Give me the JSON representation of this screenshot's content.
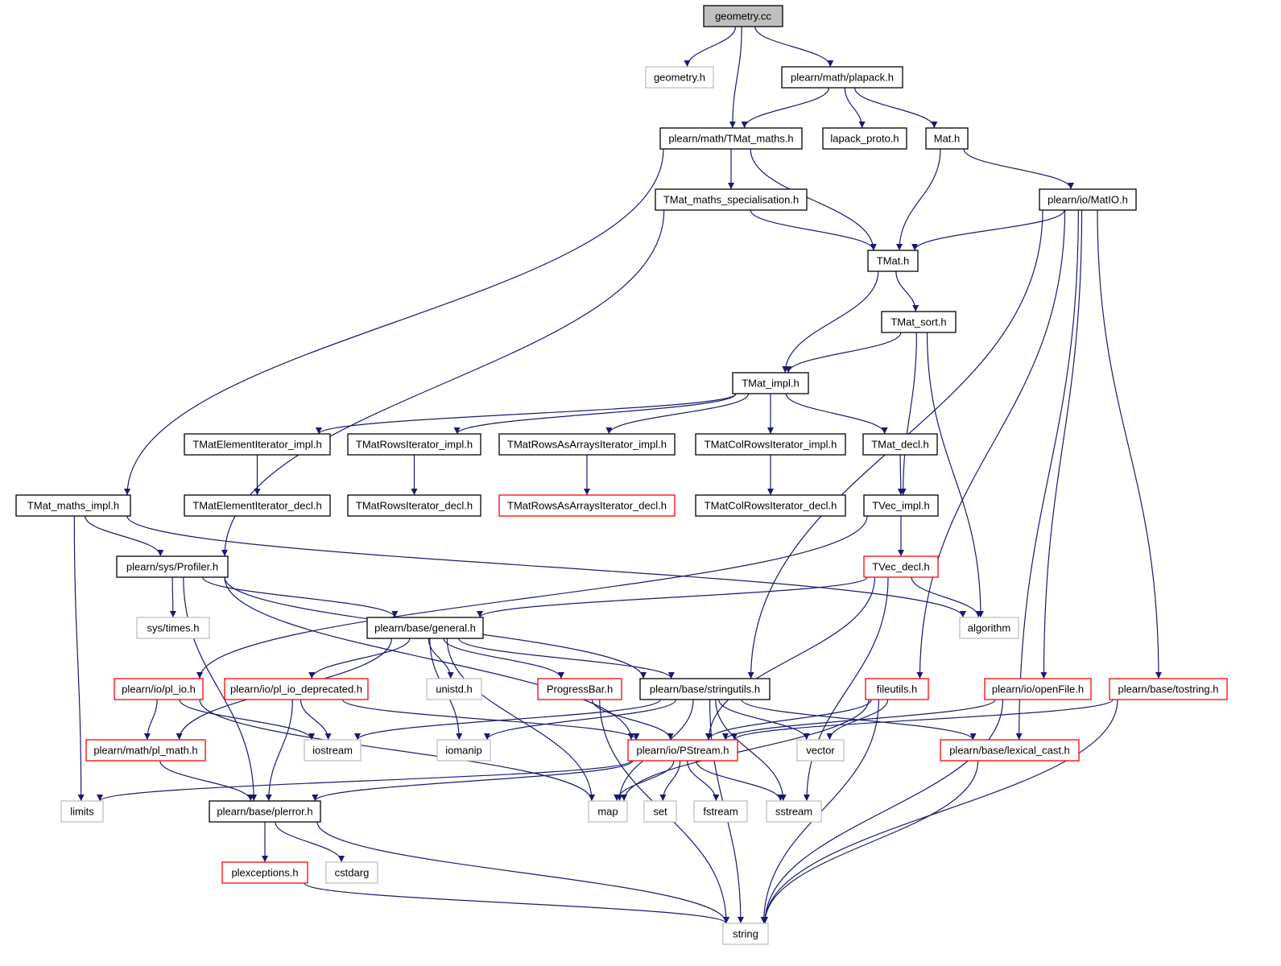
{
  "diagram": {
    "title": "",
    "colors": {
      "edge": "#191970",
      "border_documented": "#000000",
      "border_incomplete": "#ff0000",
      "border_external": "#bfbfbf",
      "root_fill": "#bfbfbf"
    },
    "nodes": [
      {
        "id": "geometry_cc",
        "label": "geometry.cc",
        "style": "root"
      },
      {
        "id": "geometry_h",
        "label": "geometry.h",
        "style": "gray"
      },
      {
        "id": "plapack",
        "label": "plearn/math/plapack.h",
        "style": "black"
      },
      {
        "id": "tmat_maths",
        "label": "plearn/math/TMat_maths.h",
        "style": "black"
      },
      {
        "id": "lapack_proto",
        "label": "lapack_proto.h",
        "style": "black"
      },
      {
        "id": "mat_h",
        "label": "Mat.h",
        "style": "black"
      },
      {
        "id": "tmat_maths_spec",
        "label": "TMat_maths_specialisation.h",
        "style": "black"
      },
      {
        "id": "matio",
        "label": "plearn/io/MatIO.h",
        "style": "black"
      },
      {
        "id": "tmat_h",
        "label": "TMat.h",
        "style": "black"
      },
      {
        "id": "tmat_sort",
        "label": "TMat_sort.h",
        "style": "black"
      },
      {
        "id": "tmat_impl",
        "label": "TMat_impl.h",
        "style": "black"
      },
      {
        "id": "elem_impl",
        "label": "TMatElementIterator_impl.h",
        "style": "black"
      },
      {
        "id": "rows_impl",
        "label": "TMatRowsIterator_impl.h",
        "style": "black"
      },
      {
        "id": "rowsarr_impl",
        "label": "TMatRowsAsArraysIterator_impl.h",
        "style": "black"
      },
      {
        "id": "colrows_impl",
        "label": "TMatColRowsIterator_impl.h",
        "style": "black"
      },
      {
        "id": "tmat_decl",
        "label": "TMat_decl.h",
        "style": "black"
      },
      {
        "id": "tmat_maths_impl",
        "label": "TMat_maths_impl.h",
        "style": "black"
      },
      {
        "id": "elem_decl",
        "label": "TMatElementIterator_decl.h",
        "style": "black"
      },
      {
        "id": "rows_decl",
        "label": "TMatRowsIterator_decl.h",
        "style": "black"
      },
      {
        "id": "rowsarr_decl",
        "label": "TMatRowsAsArraysIterator_decl.h",
        "style": "red"
      },
      {
        "id": "colrows_decl",
        "label": "TMatColRowsIterator_decl.h",
        "style": "black"
      },
      {
        "id": "tvec_impl",
        "label": "TVec_impl.h",
        "style": "black"
      },
      {
        "id": "profiler",
        "label": "plearn/sys/Profiler.h",
        "style": "black"
      },
      {
        "id": "tvec_decl",
        "label": "TVec_decl.h",
        "style": "red"
      },
      {
        "id": "sys_times",
        "label": "sys/times.h",
        "style": "gray"
      },
      {
        "id": "general",
        "label": "plearn/base/general.h",
        "style": "black"
      },
      {
        "id": "algorithm",
        "label": "algorithm",
        "style": "gray"
      },
      {
        "id": "pl_io",
        "label": "plearn/io/pl_io.h",
        "style": "red"
      },
      {
        "id": "pl_io_dep",
        "label": "plearn/io/pl_io_deprecated.h",
        "style": "red"
      },
      {
        "id": "unistd",
        "label": "unistd.h",
        "style": "gray"
      },
      {
        "id": "progressbar",
        "label": "ProgressBar.h",
        "style": "red"
      },
      {
        "id": "stringutils",
        "label": "plearn/base/stringutils.h",
        "style": "black"
      },
      {
        "id": "fileutils",
        "label": "fileutils.h",
        "style": "red"
      },
      {
        "id": "openfile",
        "label": "plearn/io/openFile.h",
        "style": "red"
      },
      {
        "id": "tostring",
        "label": "plearn/base/tostring.h",
        "style": "red"
      },
      {
        "id": "pl_math",
        "label": "plearn/math/pl_math.h",
        "style": "red"
      },
      {
        "id": "iostream",
        "label": "iostream",
        "style": "gray"
      },
      {
        "id": "iomanip",
        "label": "iomanip",
        "style": "gray"
      },
      {
        "id": "pstream",
        "label": "plearn/io/PStream.h",
        "style": "red"
      },
      {
        "id": "vector",
        "label": "vector",
        "style": "gray"
      },
      {
        "id": "lexical_cast",
        "label": "plearn/base/lexical_cast.h",
        "style": "red"
      },
      {
        "id": "limits",
        "label": "limits",
        "style": "gray"
      },
      {
        "id": "plerror",
        "label": "plearn/base/plerror.h",
        "style": "black"
      },
      {
        "id": "map",
        "label": "map",
        "style": "gray"
      },
      {
        "id": "set",
        "label": "set",
        "style": "gray"
      },
      {
        "id": "fstream",
        "label": "fstream",
        "style": "gray"
      },
      {
        "id": "sstream",
        "label": "sstream",
        "style": "gray"
      },
      {
        "id": "plexceptions",
        "label": "plexceptions.h",
        "style": "red"
      },
      {
        "id": "cstdarg",
        "label": "cstdarg",
        "style": "gray"
      },
      {
        "id": "string",
        "label": "string",
        "style": "gray"
      }
    ],
    "edges": [
      [
        "geometry_cc",
        "geometry_h"
      ],
      [
        "geometry_cc",
        "tmat_maths"
      ],
      [
        "geometry_cc",
        "plapack"
      ],
      [
        "plapack",
        "tmat_maths"
      ],
      [
        "plapack",
        "lapack_proto"
      ],
      [
        "plapack",
        "mat_h"
      ],
      [
        "tmat_maths",
        "tmat_maths_impl"
      ],
      [
        "tmat_maths",
        "tmat_maths_spec"
      ],
      [
        "tmat_maths",
        "tmat_h"
      ],
      [
        "mat_h",
        "tmat_h"
      ],
      [
        "mat_h",
        "matio"
      ],
      [
        "tmat_maths_spec",
        "profiler"
      ],
      [
        "tmat_maths_spec",
        "tmat_h"
      ],
      [
        "matio",
        "tmat_h"
      ],
      [
        "matio",
        "stringutils"
      ],
      [
        "matio",
        "fileutils"
      ],
      [
        "matio",
        "openfile"
      ],
      [
        "matio",
        "tostring"
      ],
      [
        "matio",
        "lexical_cast"
      ],
      [
        "tmat_h",
        "tmat_impl"
      ],
      [
        "tmat_h",
        "tmat_sort"
      ],
      [
        "tmat_sort",
        "tmat_impl"
      ],
      [
        "tmat_sort",
        "tvec_impl"
      ],
      [
        "tmat_sort",
        "algorithm"
      ],
      [
        "tmat_impl",
        "elem_impl"
      ],
      [
        "tmat_impl",
        "rows_impl"
      ],
      [
        "tmat_impl",
        "rowsarr_impl"
      ],
      [
        "tmat_impl",
        "colrows_impl"
      ],
      [
        "tmat_impl",
        "tmat_decl"
      ],
      [
        "elem_impl",
        "elem_decl"
      ],
      [
        "rows_impl",
        "rows_decl"
      ],
      [
        "rowsarr_impl",
        "rowsarr_decl"
      ],
      [
        "colrows_impl",
        "colrows_decl"
      ],
      [
        "tmat_decl",
        "tvec_impl"
      ],
      [
        "tvec_impl",
        "tvec_decl"
      ],
      [
        "tvec_impl",
        "pl_io"
      ],
      [
        "tmat_maths_impl",
        "profiler"
      ],
      [
        "tmat_maths_impl",
        "limits"
      ],
      [
        "tmat_maths_impl",
        "algorithm"
      ],
      [
        "profiler",
        "sys_times"
      ],
      [
        "profiler",
        "general"
      ],
      [
        "profiler",
        "stringutils"
      ],
      [
        "profiler",
        "pstream"
      ],
      [
        "profiler",
        "plerror"
      ],
      [
        "tvec_decl",
        "general"
      ],
      [
        "tvec_decl",
        "algorithm"
      ],
      [
        "tvec_decl",
        "pstream"
      ],
      [
        "tvec_decl",
        "sstream"
      ],
      [
        "general",
        "pl_math"
      ],
      [
        "general",
        "pl_io_dep"
      ],
      [
        "general",
        "unistd"
      ],
      [
        "general",
        "progressbar"
      ],
      [
        "general",
        "stringutils"
      ],
      [
        "general",
        "iomanip"
      ],
      [
        "general",
        "map"
      ],
      [
        "pl_io",
        "pl_math"
      ],
      [
        "pl_io",
        "iostream"
      ],
      [
        "pl_io",
        "map"
      ],
      [
        "pl_io_dep",
        "iostream"
      ],
      [
        "pl_io_dep",
        "plerror"
      ],
      [
        "pl_io_dep",
        "pstream"
      ],
      [
        "progressbar",
        "pstream"
      ],
      [
        "progressbar",
        "string"
      ],
      [
        "stringutils",
        "iostream"
      ],
      [
        "stringutils",
        "iomanip"
      ],
      [
        "stringutils",
        "map"
      ],
      [
        "stringutils",
        "vector"
      ],
      [
        "stringutils",
        "sstream"
      ],
      [
        "stringutils",
        "lexical_cast"
      ],
      [
        "stringutils",
        "string"
      ],
      [
        "fileutils",
        "pstream"
      ],
      [
        "fileutils",
        "vector"
      ],
      [
        "fileutils",
        "map"
      ],
      [
        "fileutils",
        "string"
      ],
      [
        "openfile",
        "pstream"
      ],
      [
        "openfile",
        "string"
      ],
      [
        "tostring",
        "pstream"
      ],
      [
        "tostring",
        "string"
      ],
      [
        "pl_math",
        "plerror"
      ],
      [
        "pstream",
        "limits"
      ],
      [
        "pstream",
        "plerror"
      ],
      [
        "pstream",
        "map"
      ],
      [
        "pstream",
        "set"
      ],
      [
        "pstream",
        "fstream"
      ],
      [
        "pstream",
        "sstream"
      ],
      [
        "lexical_cast",
        "string"
      ],
      [
        "plerror",
        "plexceptions"
      ],
      [
        "plerror",
        "cstdarg"
      ],
      [
        "plerror",
        "string"
      ],
      [
        "plexceptions",
        "string"
      ]
    ]
  }
}
